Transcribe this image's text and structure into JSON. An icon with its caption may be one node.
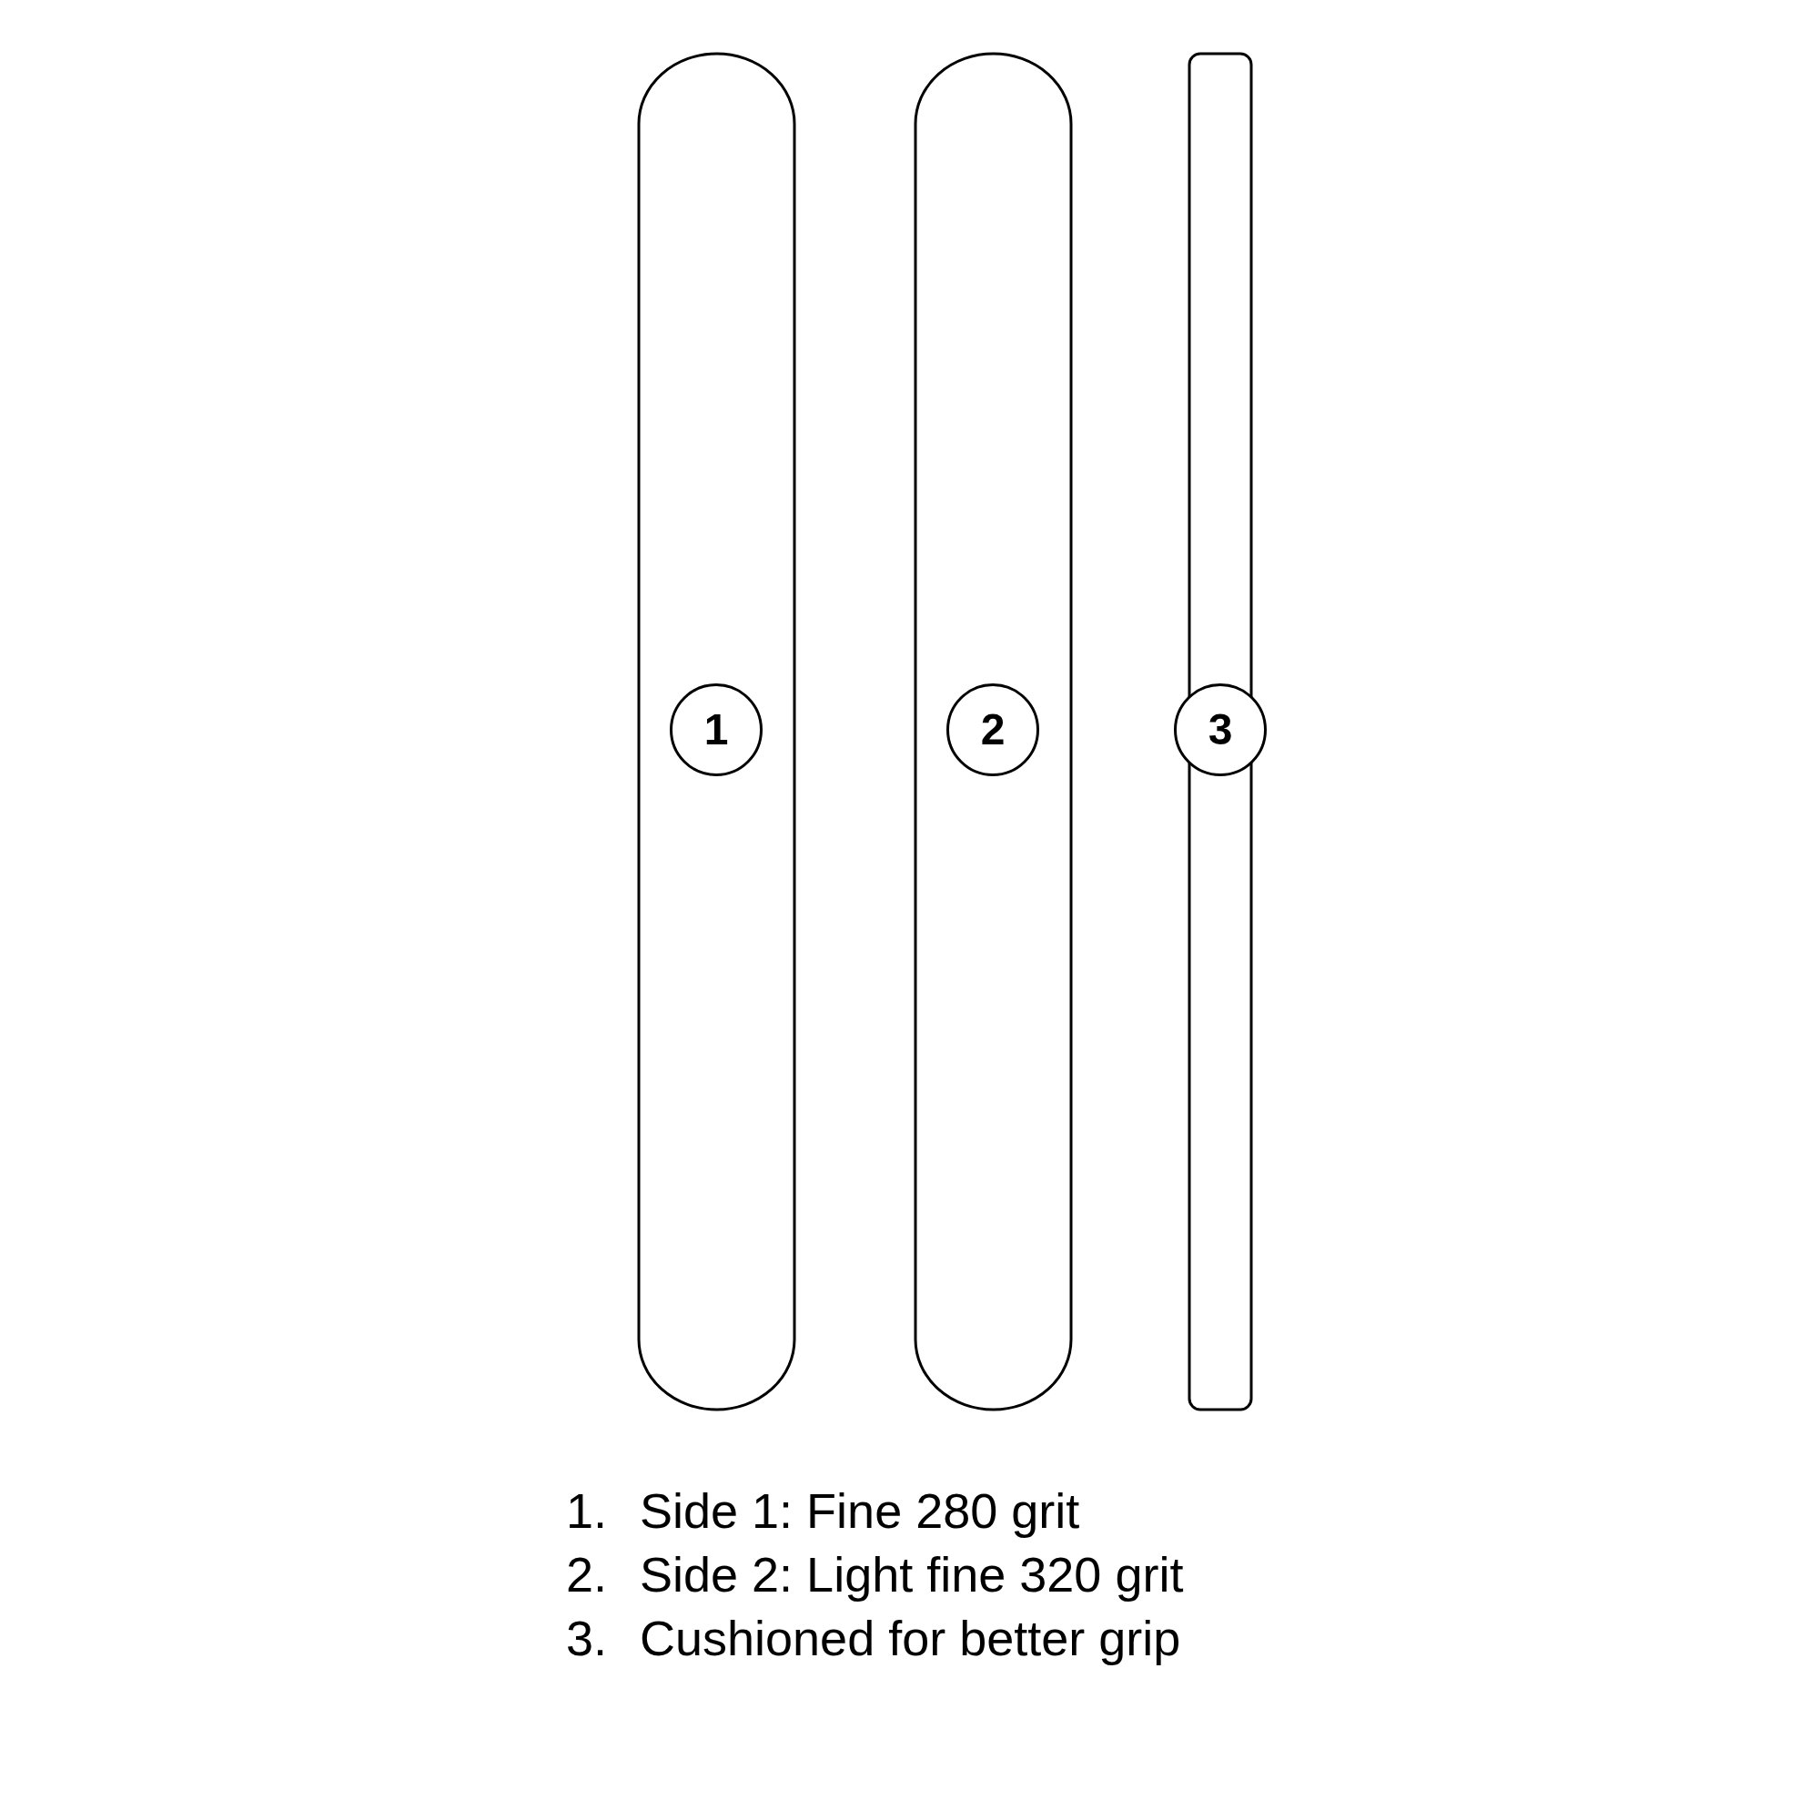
{
  "diagram": {
    "nodes": [
      {
        "text": [
          "1"
        ]
      },
      {
        "text": [
          "2"
        ]
      },
      {
        "text": [
          "3"
        ]
      }
    ],
    "edges": [],
    "labels": [
      "1.",
      "Side 1: Fine 280 grit",
      "2.",
      "Side 2: Light fine 320 grit",
      "3.",
      "Cushioned for better grip"
    ]
  }
}
